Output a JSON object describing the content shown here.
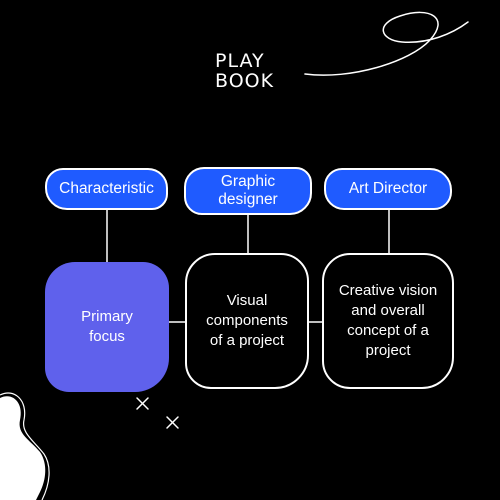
{
  "logo": {
    "line1": "PLAY",
    "line2": "BOOK"
  },
  "columns": [
    {
      "header": "Characteristic",
      "body": "Primary focus"
    },
    {
      "header": "Graphic designer",
      "body": "Visual components of a project"
    },
    {
      "header": "Art Director",
      "body": "Creative vision and overall concept of a project"
    }
  ],
  "colors": {
    "background": "#000000",
    "header_fill": "#1f5bff",
    "highlight_card": "#5f61ec",
    "line": "#ffffff"
  }
}
